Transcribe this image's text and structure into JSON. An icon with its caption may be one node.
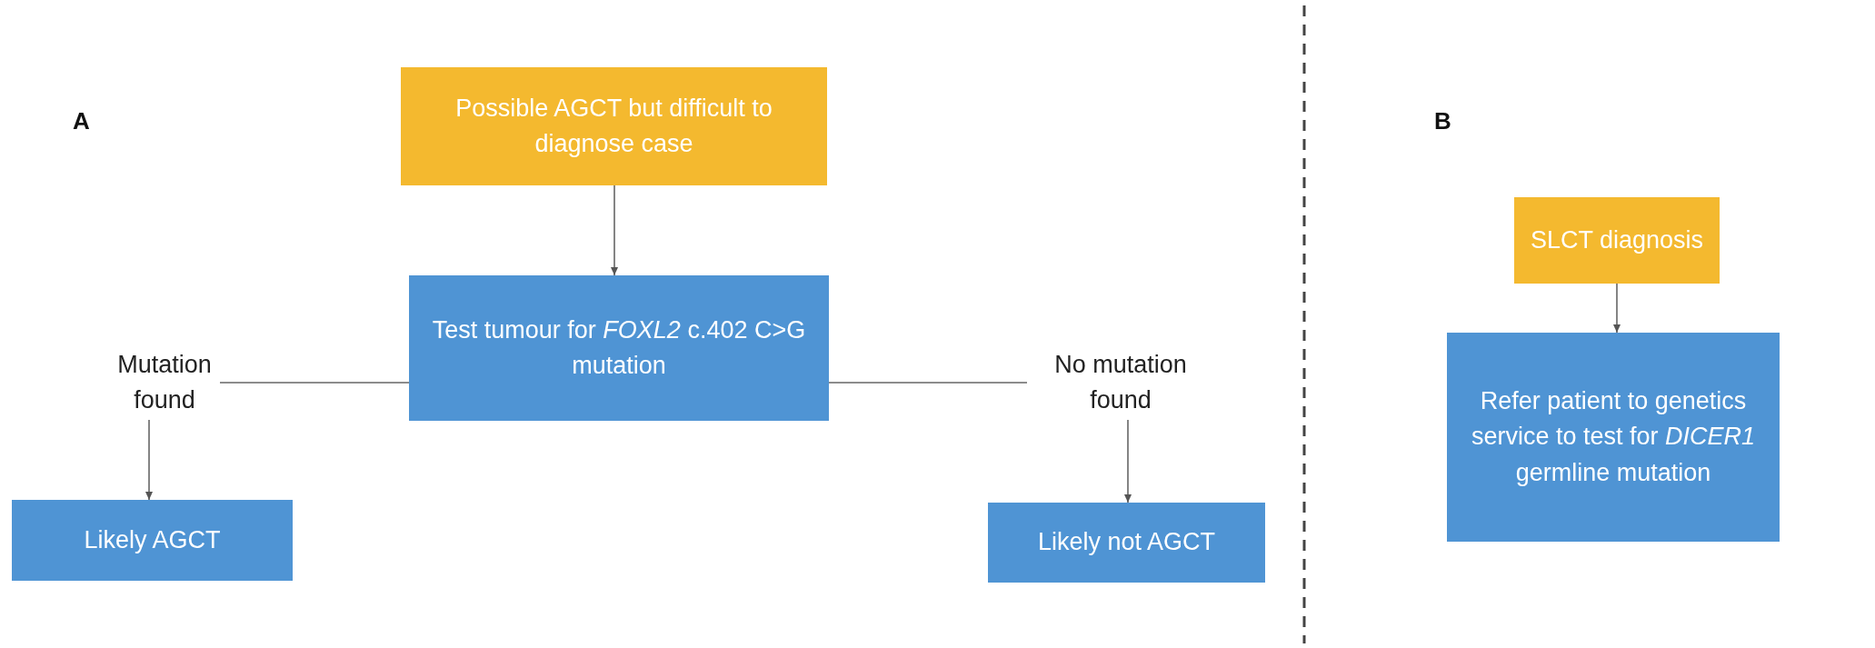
{
  "diagram": {
    "nodes": [
      {
        "text": [
          "Possible AGCT but difficult to diagnose case"
        ]
      },
      {
        "text": [
          "Test tumour for *FOXL2* c.402 C>G mutation"
        ]
      },
      {
        "text": [
          "Mutation found"
        ]
      },
      {
        "text": [
          "No mutation found"
        ]
      },
      {
        "text": [
          "Likely AGCT"
        ]
      },
      {
        "text": [
          "Likely not AGCT"
        ]
      },
      {
        "text": [
          "SLCT diagnosis"
        ]
      },
      {
        "text": [
          "Refer patient to genetics service to test for *DICER1* germline mutation"
        ]
      }
    ],
    "edges": [
      {
        "from": 0,
        "to": 1,
        "arrow": "to"
      },
      {
        "from": 1,
        "to": 2,
        "arrow": "none"
      },
      {
        "from": 2,
        "to": 4,
        "arrow": "to"
      },
      {
        "from": 1,
        "to": 3,
        "arrow": "none"
      },
      {
        "from": 3,
        "to": 5,
        "arrow": "to"
      },
      {
        "from": 6,
        "to": 7,
        "arrow": "to"
      }
    ],
    "labels": [
      "A",
      "B"
    ]
  }
}
